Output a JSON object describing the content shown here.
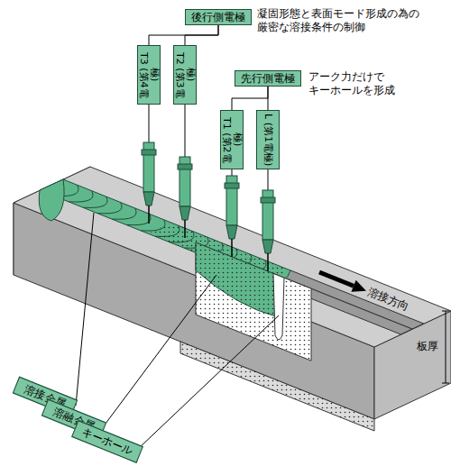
{
  "diagram": {
    "nodes": [
      {
        "text": [
          "後行側電極"
        ]
      },
      {
        "text": [
          "T3 (第4電極)"
        ]
      },
      {
        "text": [
          "T2 (第3電極)"
        ]
      },
      {
        "text": [
          "先行側電極"
        ]
      },
      {
        "text": [
          "T1 (第2電極)"
        ]
      },
      {
        "text": [
          "L (第1電極)"
        ]
      },
      {
        "text": [
          "溶接金属"
        ]
      },
      {
        "text": [
          "溶融金属"
        ]
      },
      {
        "text": [
          "キーホール"
        ]
      }
    ],
    "edges": [
      {
        "from": 0,
        "to": 1,
        "arrow": "none"
      },
      {
        "from": 0,
        "to": 2,
        "arrow": "none"
      },
      {
        "from": 3,
        "to": 4,
        "arrow": "none"
      },
      {
        "from": 3,
        "to": 5,
        "arrow": "none"
      }
    ],
    "labels": [
      "凝固形態と表面モード形成の為の厳密な溶接条件の制御",
      "アーク力だけでキーホールを形成",
      "溶接方向",
      "板厚"
    ]
  }
}
